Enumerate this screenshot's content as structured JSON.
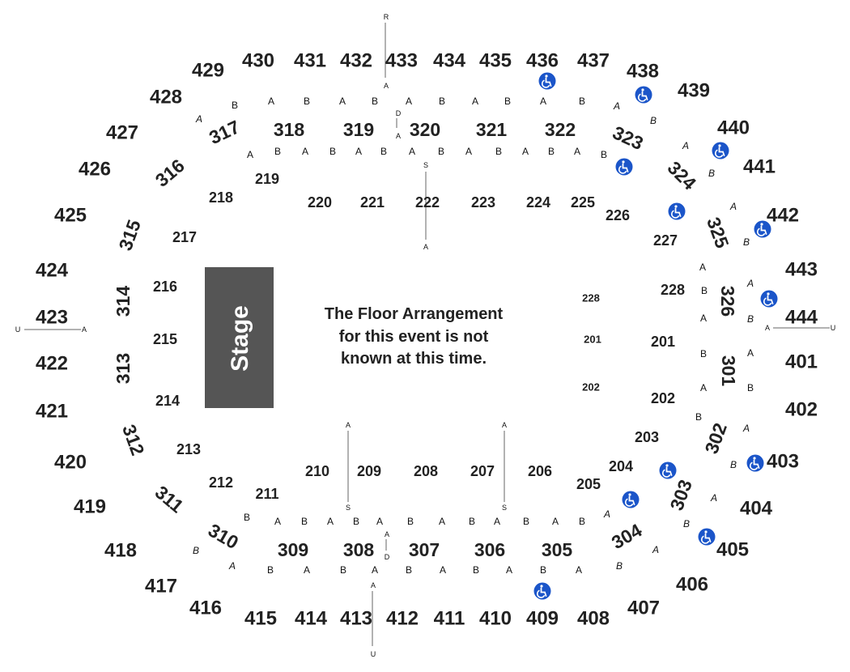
{
  "stage": {
    "label": "Stage",
    "color": "#555555"
  },
  "floor_note": {
    "line1": "The Floor Arrangement",
    "line2": "for this event is not",
    "line3": "known at this time."
  },
  "accessible_icon": {
    "name": "wheelchair-icon",
    "color": "#1b55c9"
  },
  "sections_400": [
    "401",
    "402",
    "403",
    "404",
    "405",
    "406",
    "407",
    "408",
    "409",
    "410",
    "411",
    "412",
    "413",
    "414",
    "415",
    "416",
    "417",
    "418",
    "419",
    "420",
    "421",
    "422",
    "423",
    "424",
    "425",
    "426",
    "427",
    "428",
    "429",
    "430",
    "431",
    "432",
    "433",
    "434",
    "435",
    "436",
    "437",
    "438",
    "439",
    "440",
    "441",
    "442",
    "443",
    "444"
  ],
  "sections_300": [
    "301",
    "302",
    "303",
    "304",
    "305",
    "306",
    "307",
    "308",
    "309",
    "310",
    "311",
    "312",
    "313",
    "314",
    "315",
    "316",
    "317",
    "318",
    "319",
    "320",
    "321",
    "322",
    "323",
    "324",
    "325",
    "326"
  ],
  "sections_200": [
    "201",
    "202",
    "203",
    "204",
    "205",
    "206",
    "207",
    "208",
    "209",
    "210",
    "211",
    "212",
    "213",
    "214",
    "215",
    "216",
    "217",
    "218",
    "219",
    "220",
    "221",
    "222",
    "223",
    "224",
    "225",
    "226",
    "227",
    "228"
  ],
  "floor_sections": [
    "228",
    "201",
    "202"
  ],
  "row_letters": {
    "a": "A",
    "b": "B",
    "d": "D",
    "r": "R",
    "s": "S",
    "u": "U"
  }
}
